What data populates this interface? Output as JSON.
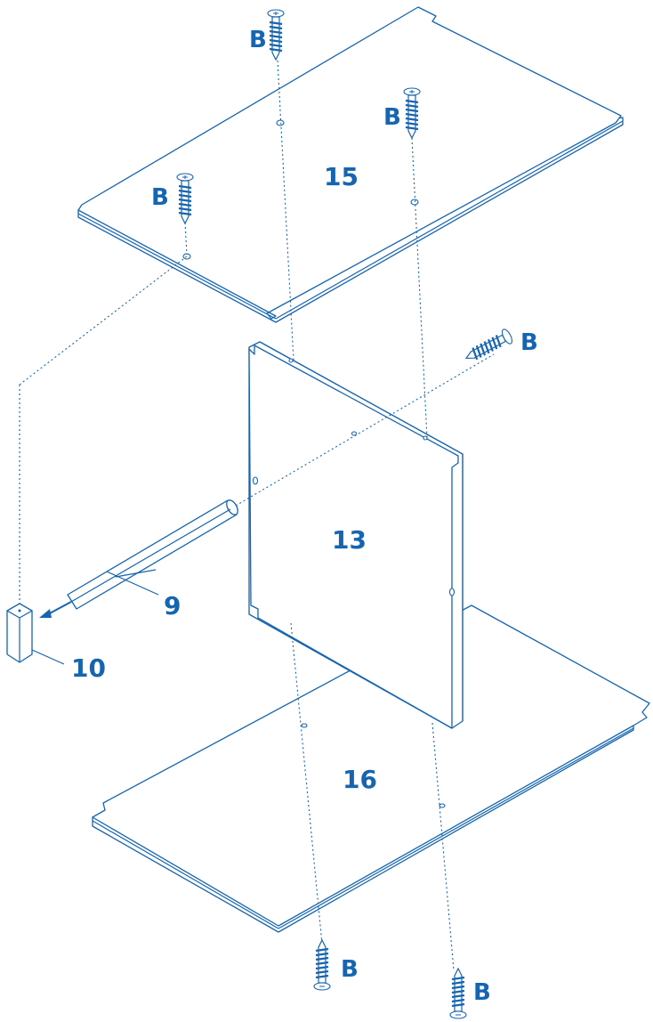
{
  "colors": {
    "line": "#1565b0",
    "background": "#ffffff"
  },
  "parts": {
    "top_panel": "15",
    "side_panel": "13",
    "bottom_panel": "16",
    "dowel": "9",
    "foot": "10"
  },
  "screws": {
    "label": "B",
    "count": 6
  }
}
